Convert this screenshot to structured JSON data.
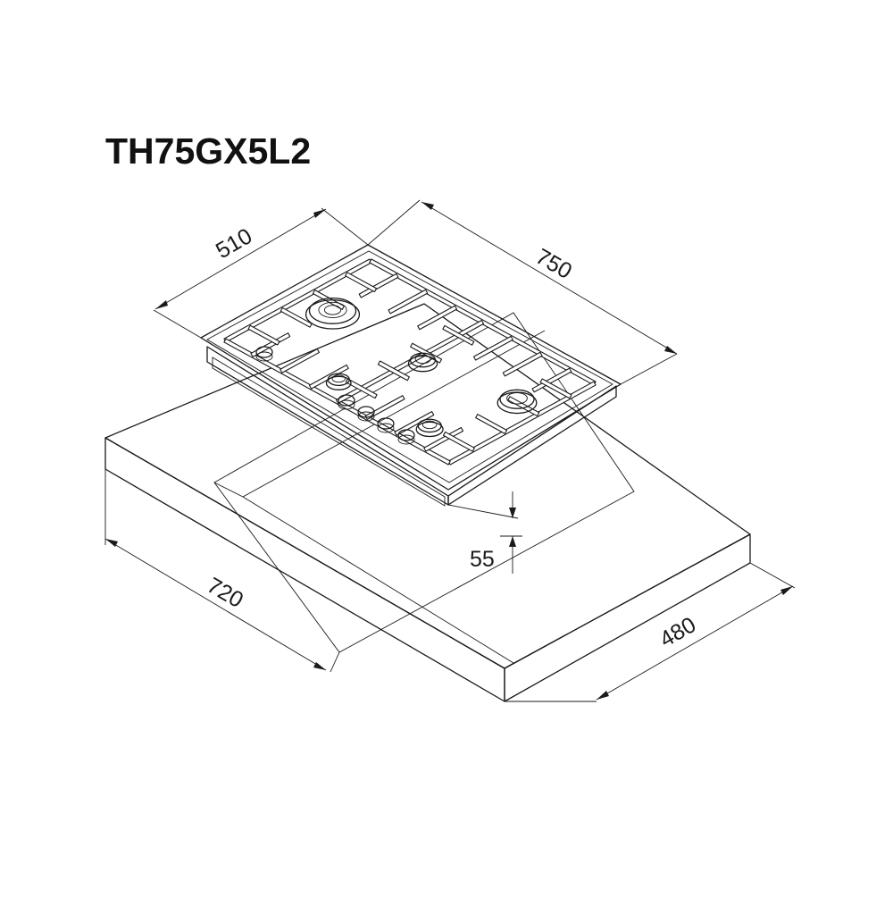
{
  "model": "TH75GX5L2",
  "dimensions": {
    "hob_depth": "510",
    "hob_width": "750",
    "cutout_width": "720",
    "cutout_depth": "480",
    "height": "55"
  },
  "colors": {
    "line": "#1a1a1a",
    "background": "#ffffff"
  }
}
